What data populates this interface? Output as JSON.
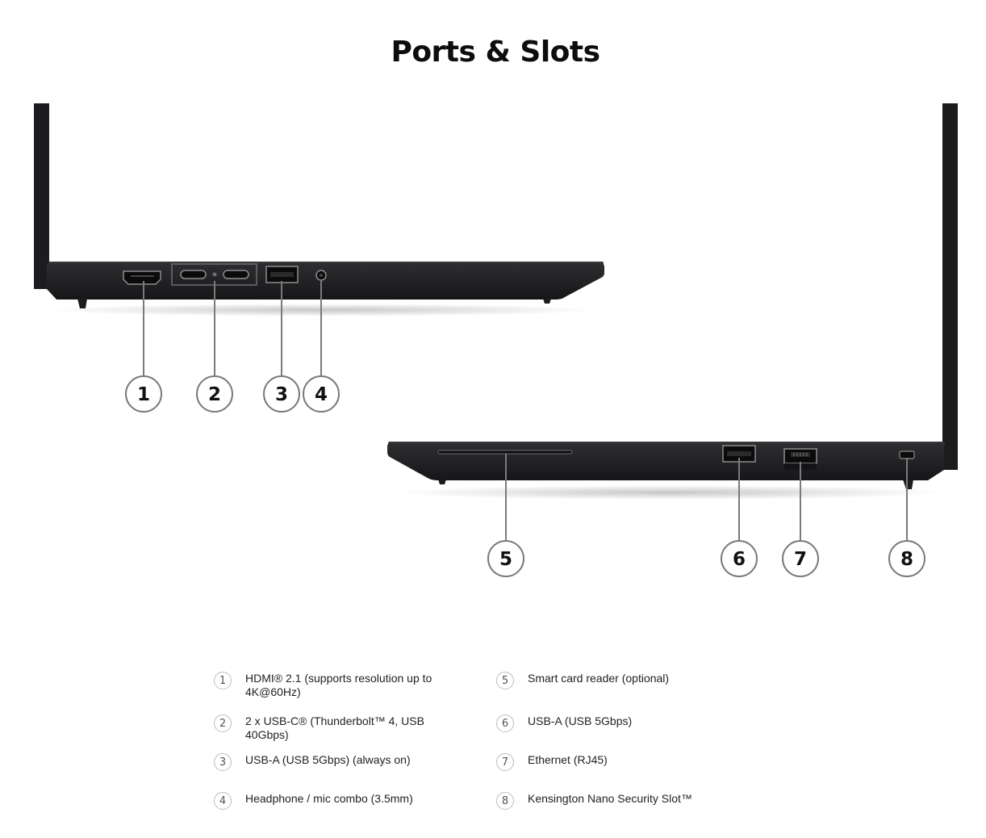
{
  "title": "Ports & Slots",
  "callouts": [
    "1",
    "2",
    "3",
    "4",
    "5",
    "6",
    "7",
    "8"
  ],
  "legend": [
    {
      "num": "1",
      "text": "HDMI® 2.1 (supports resolution up to 4K@60Hz)"
    },
    {
      "num": "2",
      "text": "2 x USB-C® (Thunderbolt™ 4, USB 40Gbps)"
    },
    {
      "num": "3",
      "text": "USB-A (USB 5Gbps) (always on)"
    },
    {
      "num": "4",
      "text": "Headphone / mic combo (3.5mm)"
    },
    {
      "num": "5",
      "text": "Smart card reader (optional)"
    },
    {
      "num": "6",
      "text": "USB-A (USB 5Gbps)"
    },
    {
      "num": "7",
      "text": "Ethernet (RJ45)"
    },
    {
      "num": "8",
      "text": "Kensington Nano Security Slot™"
    }
  ],
  "colors": {
    "laptop": "#1c1c1e",
    "callout_line": "#7a7a7a",
    "badge_border": "#bdbdbd"
  }
}
